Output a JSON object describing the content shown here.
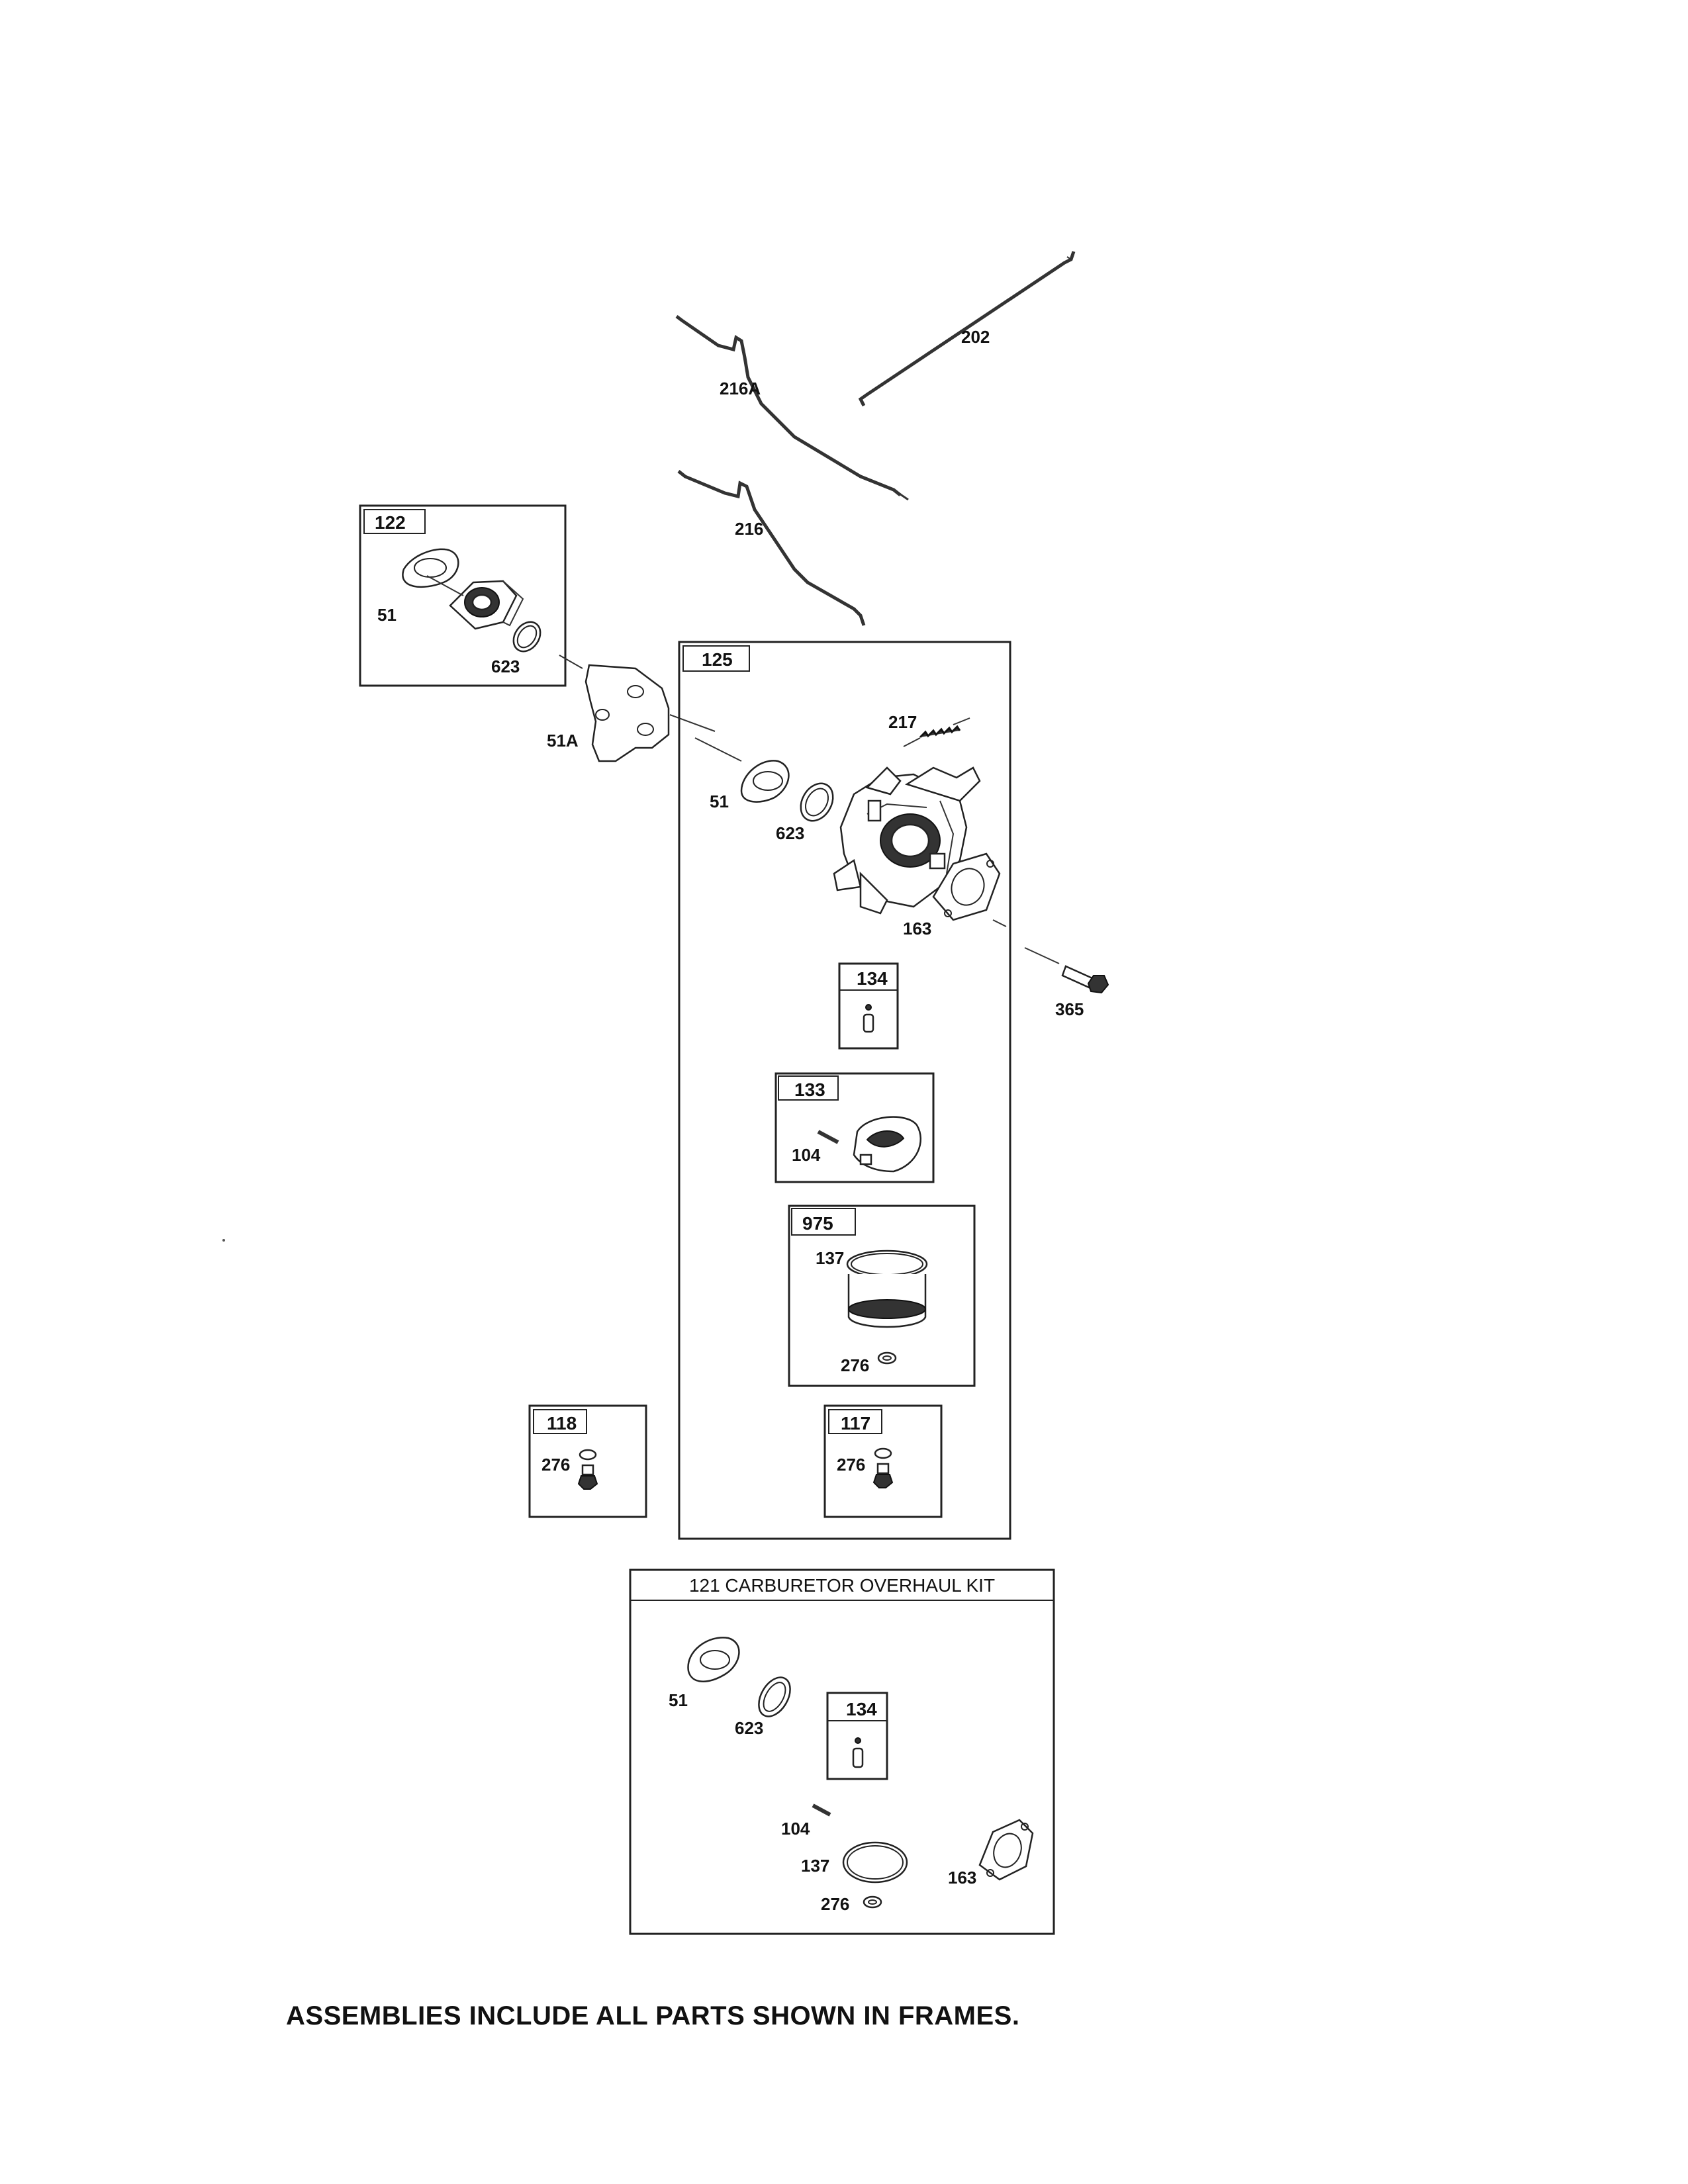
{
  "parts": {
    "p202": "202",
    "p216A": "216A",
    "p216": "216",
    "p122": "122",
    "p51_a": "51",
    "p623_a": "623",
    "p51A": "51A",
    "p125": "125",
    "p217": "217",
    "p51_b": "51",
    "p623_b": "623",
    "p163_a": "163",
    "p365": "365",
    "p134_a": "134",
    "p133": "133",
    "p104_a": "104",
    "p975": "975",
    "p137_a": "137",
    "p276_a": "276",
    "p118": "118",
    "p276_b": "276",
    "p117": "117",
    "p276_c": "276",
    "p51_c": "51",
    "p623_c": "623",
    "p134_b": "134",
    "p104_b": "104",
    "p137_b": "137",
    "p276_d": "276",
    "p163_b": "163"
  },
  "kit_title": "121 CARBURETOR OVERHAUL KIT",
  "footer_note": "ASSEMBLIES INCLUDE ALL PARTS SHOWN IN FRAMES."
}
